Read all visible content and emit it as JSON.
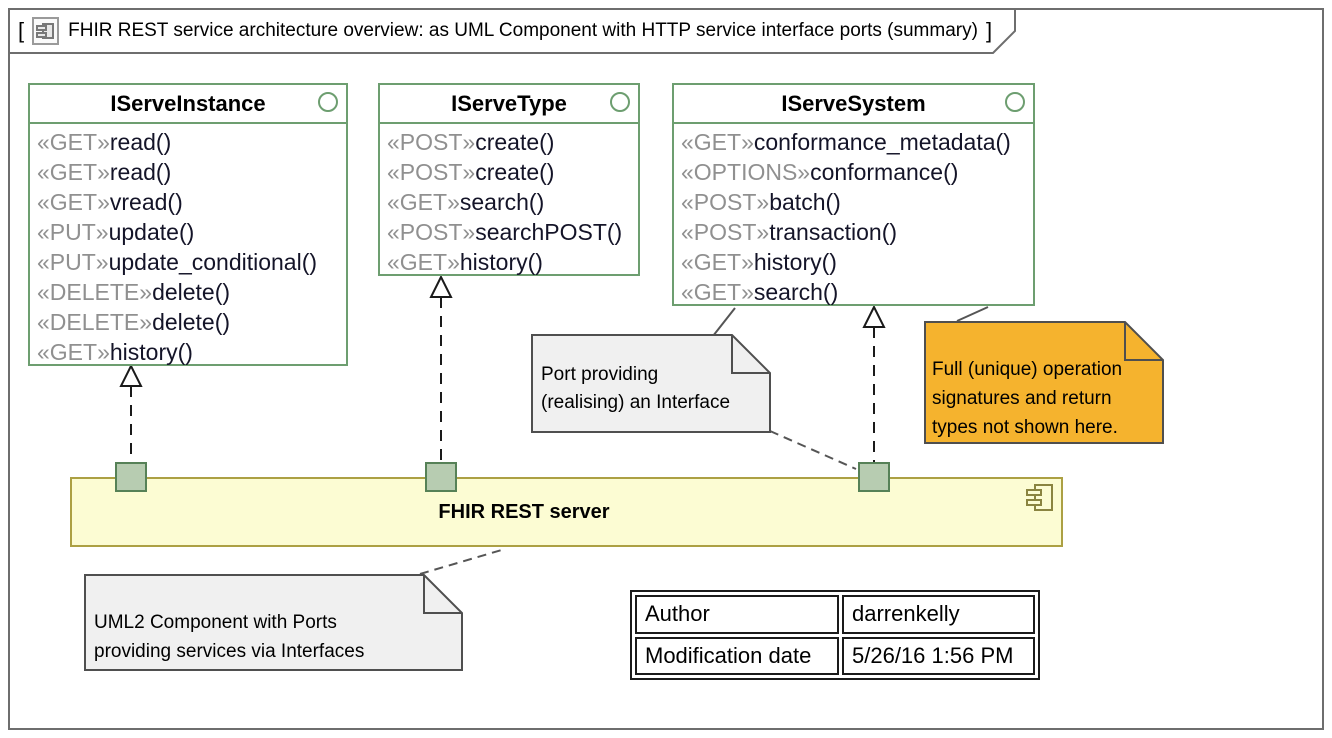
{
  "window": {
    "tab_prefix": "[",
    "tab_suffix": "]",
    "title": "FHIR REST service architecture overview: as UML Component with HTTP service interface ports (summary)"
  },
  "interfaces": [
    {
      "name": "IServeInstance",
      "methods": [
        {
          "stereotype": "«GET»",
          "name": "read()"
        },
        {
          "stereotype": "«GET»",
          "name": "read()"
        },
        {
          "stereotype": "«GET»",
          "name": "vread()"
        },
        {
          "stereotype": "«PUT»",
          "name": "update()"
        },
        {
          "stereotype": "«PUT»",
          "name": "update_conditional()"
        },
        {
          "stereotype": "«DELETE»",
          "name": "delete()"
        },
        {
          "stereotype": "«DELETE»",
          "name": "delete()"
        },
        {
          "stereotype": "«GET»",
          "name": "history()"
        }
      ]
    },
    {
      "name": "IServeType",
      "methods": [
        {
          "stereotype": "«POST»",
          "name": "create()"
        },
        {
          "stereotype": "«POST»",
          "name": "create()"
        },
        {
          "stereotype": "«GET»",
          "name": "search()"
        },
        {
          "stereotype": "«POST»",
          "name": "searchPOST()"
        },
        {
          "stereotype": "«GET»",
          "name": "history()"
        }
      ]
    },
    {
      "name": "IServeSystem",
      "methods": [
        {
          "stereotype": "«GET»",
          "name": "conformance_metadata()"
        },
        {
          "stereotype": "«OPTIONS»",
          "name": "conformance()"
        },
        {
          "stereotype": "«POST»",
          "name": "batch()"
        },
        {
          "stereotype": "«POST»",
          "name": "transaction()"
        },
        {
          "stereotype": "«GET»",
          "name": "history()"
        },
        {
          "stereotype": "«GET»",
          "name": "search()"
        }
      ]
    }
  ],
  "component": {
    "name": "FHIR REST server"
  },
  "notes": [
    {
      "text": "Port providing\n(realising) an Interface"
    },
    {
      "text": "Full (unique) operation\nsignatures and return\ntypes not shown here."
    },
    {
      "text": "UML2 Component with Ports\nproviding services via Interfaces"
    }
  ],
  "properties_table": {
    "rows": [
      {
        "label": "Author",
        "value": "darrenkelly"
      },
      {
        "label": "Modification date",
        "value": "5/26/16 1:56 PM"
      }
    ]
  },
  "colors": {
    "interface_border": "#6d9e70",
    "port_fill": "#b7ccb1",
    "port_border": "#568157",
    "component_fill": "#fcfcd3",
    "component_border": "#aca043",
    "note_fill": "#f0f0f0",
    "note_highlight_fill": "#f5b32e",
    "note_border": "#4f4f4f",
    "stereotype_text": "#909090",
    "method_text": "#141428",
    "frame_border": "#6e6e6e"
  }
}
